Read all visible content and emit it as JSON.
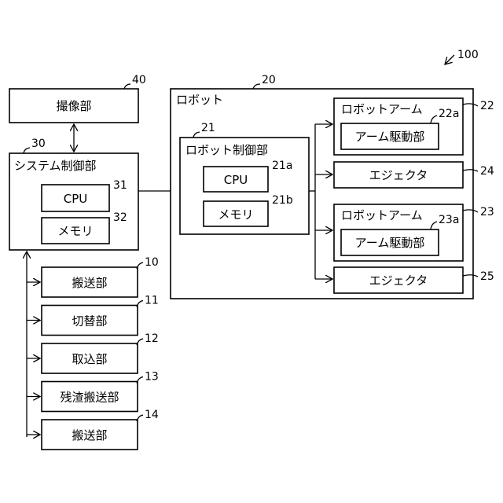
{
  "figure_ref": "100",
  "camera": {
    "label": "撮像部",
    "ref": "40"
  },
  "system": {
    "label": "システム制御部",
    "ref": "30",
    "cpu": {
      "label": "CPU",
      "ref": "31"
    },
    "memory": {
      "label": "メモリ",
      "ref": "32"
    }
  },
  "robot": {
    "label": "ロボット",
    "ref": "20",
    "controller": {
      "label": "ロボット制御部",
      "ref": "21",
      "cpu": {
        "label": "CPU",
        "ref": "21a"
      },
      "memory": {
        "label": "メモリ",
        "ref": "21b"
      }
    },
    "arm1": {
      "label": "ロボットアーム",
      "ref": "22",
      "drive": {
        "label": "アーム駆動部",
        "ref": "22a"
      }
    },
    "ejector1": {
      "label": "エジェクタ",
      "ref": "24"
    },
    "arm2": {
      "label": "ロボットアーム",
      "ref": "23",
      "drive": {
        "label": "アーム駆動部",
        "ref": "23a"
      }
    },
    "ejector2": {
      "label": "エジェクタ",
      "ref": "25"
    }
  },
  "units": [
    {
      "label": "搬送部",
      "ref": "10"
    },
    {
      "label": "切替部",
      "ref": "11"
    },
    {
      "label": "取込部",
      "ref": "12"
    },
    {
      "label": "残渣搬送部",
      "ref": "13"
    },
    {
      "label": "搬送部",
      "ref": "14"
    }
  ]
}
